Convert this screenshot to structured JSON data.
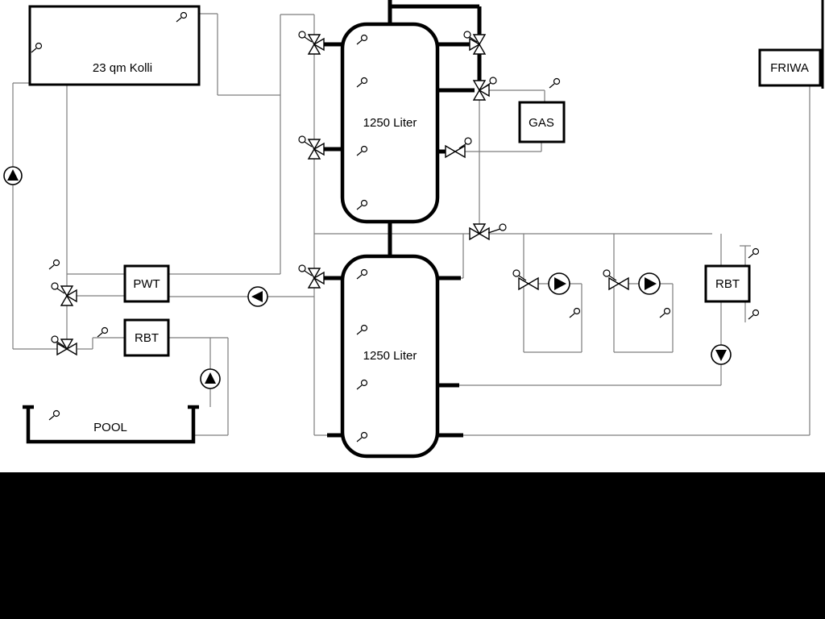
{
  "diagram": {
    "collector": {
      "label": "23 qm Kolli"
    },
    "tank_top": {
      "label": "1250 Liter"
    },
    "tank_bottom": {
      "label": "1250 Liter"
    },
    "gas": {
      "label": "GAS"
    },
    "friwa": {
      "label": "FRIWA"
    },
    "pwt": {
      "label": "PWT"
    },
    "rbt_left": {
      "label": "RBT"
    },
    "rbt_right": {
      "label": "RBT"
    },
    "pool": {
      "label": "POOL"
    },
    "colors": {
      "background": "#ffffff",
      "letterbox": "#000000",
      "pipe_thin": "#7d7d7d",
      "pipe_thick": "#000000"
    }
  }
}
